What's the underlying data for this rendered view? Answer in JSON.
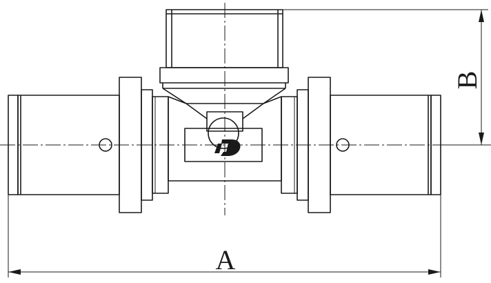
{
  "dimensions": {
    "overall_width_label": "A",
    "height_label": "B"
  },
  "logo": {
    "mark": "D"
  },
  "colors": {
    "line": "#1a1a1a",
    "background": "#ffffff"
  }
}
